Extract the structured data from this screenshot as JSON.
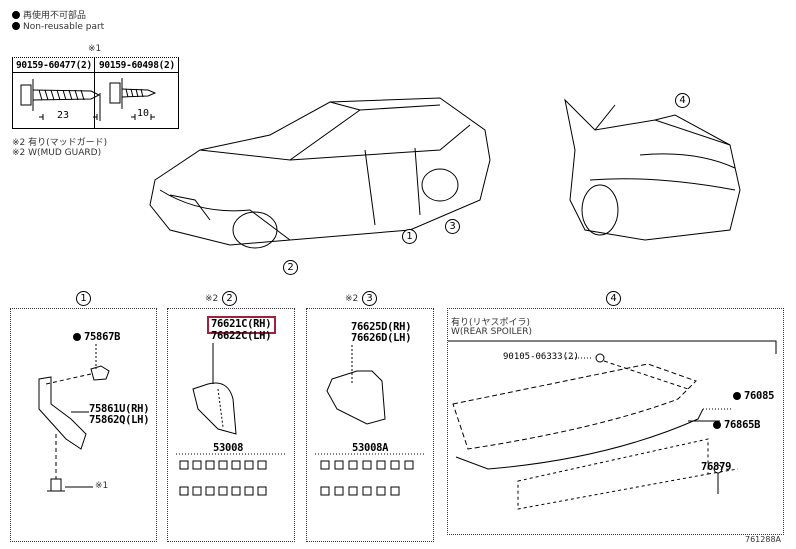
{
  "legend": {
    "items": [
      {
        "icon": "filled-circle-icon",
        "label": "再使用不可部品"
      },
      {
        "icon": "filled-circle-icon",
        "label": "Non-reusable part"
      }
    ]
  },
  "fastener_table": {
    "marker": "※1",
    "columns": [
      {
        "part": "90159-60477(2)",
        "length": "23"
      },
      {
        "part": "90159-60498(2)",
        "length": "10"
      }
    ]
  },
  "notes": [
    "※2 有り(マッドガード)",
    "※2 W(MUD GUARD)"
  ],
  "callouts": [
    "1",
    "2",
    "3",
    "4"
  ],
  "groups": [
    {
      "number": "1",
      "marker": "",
      "parts": [
        "75867B",
        "75861U(RH)",
        "75862Q(LH)"
      ],
      "screw_marker": "※1"
    },
    {
      "number": "2",
      "marker": "※2",
      "parts": [
        "76621C(RH)",
        "76622C(LH)",
        "53008"
      ],
      "highlighted": "76621C(RH)"
    },
    {
      "number": "3",
      "marker": "※2",
      "parts": [
        "76625D(RH)",
        "76626D(LH)",
        "53008A"
      ]
    },
    {
      "number": "4",
      "marker": "",
      "header_jp": "有り(リヤスポイラ)",
      "header_en": "W(REAR SPOILER)",
      "parts": [
        "90105-06333(2)",
        "76085",
        "76865B",
        "76879"
      ]
    }
  ],
  "highlight_color": "#a3203c",
  "diagram_id": "761288A"
}
